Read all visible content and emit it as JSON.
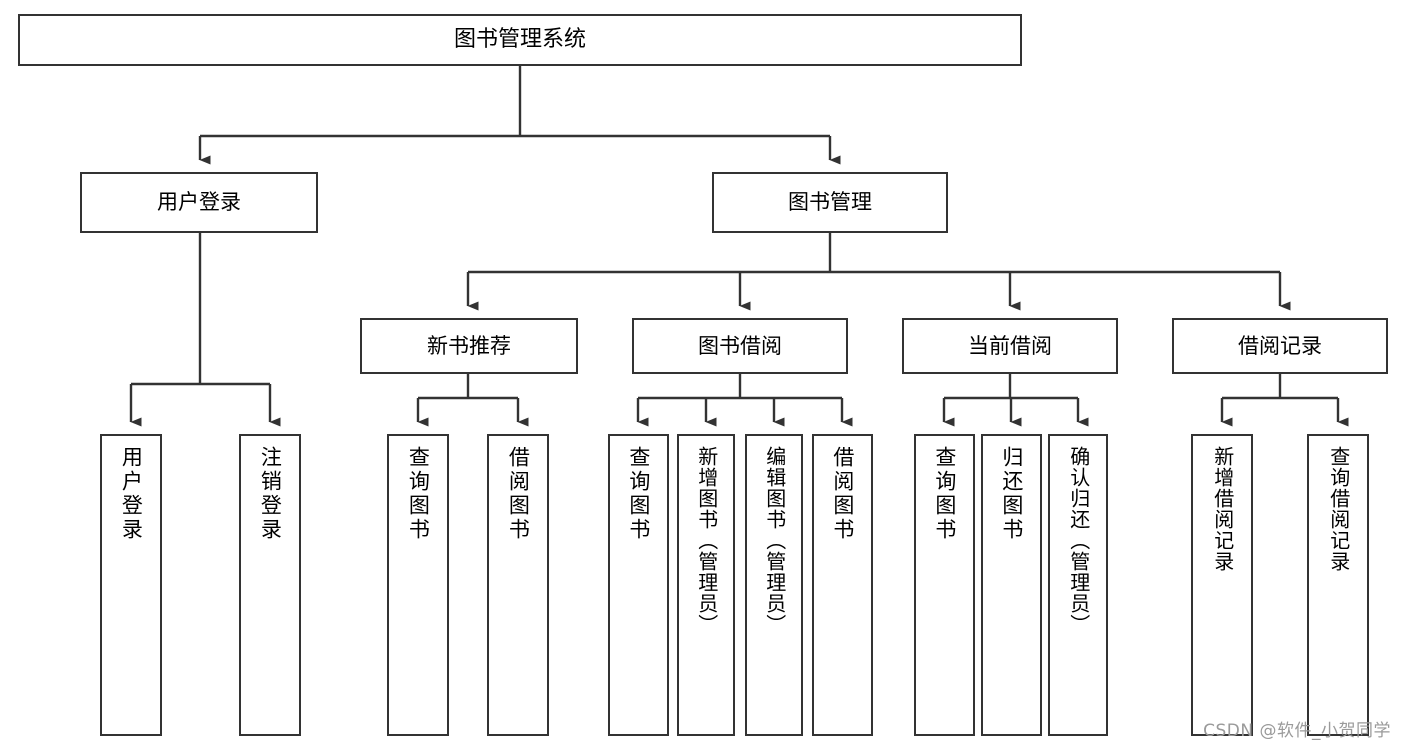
{
  "diagram": {
    "title": "图书管理系统",
    "type": "tree-hierarchy-chart",
    "watermark": "CSDN @软件_小贺同学",
    "colors": {
      "stroke": "#333333",
      "fill": "#FFFFFF",
      "text": "#000000",
      "watermark": "#9A9A9A"
    },
    "nodes": {
      "root": {
        "label": "图书管理系统"
      },
      "level2": [
        {
          "id": "user-login",
          "label": "用户登录"
        },
        {
          "id": "book-manage",
          "label": "图书管理"
        }
      ],
      "level3": [
        {
          "id": "new-book-recommend",
          "label": "新书推荐"
        },
        {
          "id": "book-borrow",
          "label": "图书借阅"
        },
        {
          "id": "current-borrow",
          "label": "当前借阅"
        },
        {
          "id": "borrow-record",
          "label": "借阅记录"
        }
      ],
      "leaves": {
        "user_login": [
          {
            "id": "leaf-user-login",
            "label": "用户登录"
          },
          {
            "id": "leaf-logout-login",
            "label": "注销登录"
          }
        ],
        "new_book_recommend": [
          {
            "id": "leaf-query-book-1",
            "label": "查询图书"
          },
          {
            "id": "leaf-borrow-book-1",
            "label": "借阅图书"
          }
        ],
        "book_borrow": [
          {
            "id": "leaf-query-book-2",
            "label": "查询图书"
          },
          {
            "id": "leaf-add-book-admin",
            "label": "新增图书（管理员）"
          },
          {
            "id": "leaf-edit-book-admin",
            "label": "编辑图书（管理员）"
          },
          {
            "id": "leaf-borrow-book-2",
            "label": "借阅图书"
          }
        ],
        "current_borrow": [
          {
            "id": "leaf-query-book-3",
            "label": "查询图书"
          },
          {
            "id": "leaf-return-book",
            "label": "归还图书"
          },
          {
            "id": "leaf-confirm-return-admin",
            "label": "确认归还（管理员）"
          }
        ],
        "borrow_record": [
          {
            "id": "leaf-add-borrow-record",
            "label": "新增借阅记录"
          },
          {
            "id": "leaf-query-borrow-record",
            "label": "查询借阅记录"
          }
        ]
      }
    }
  }
}
